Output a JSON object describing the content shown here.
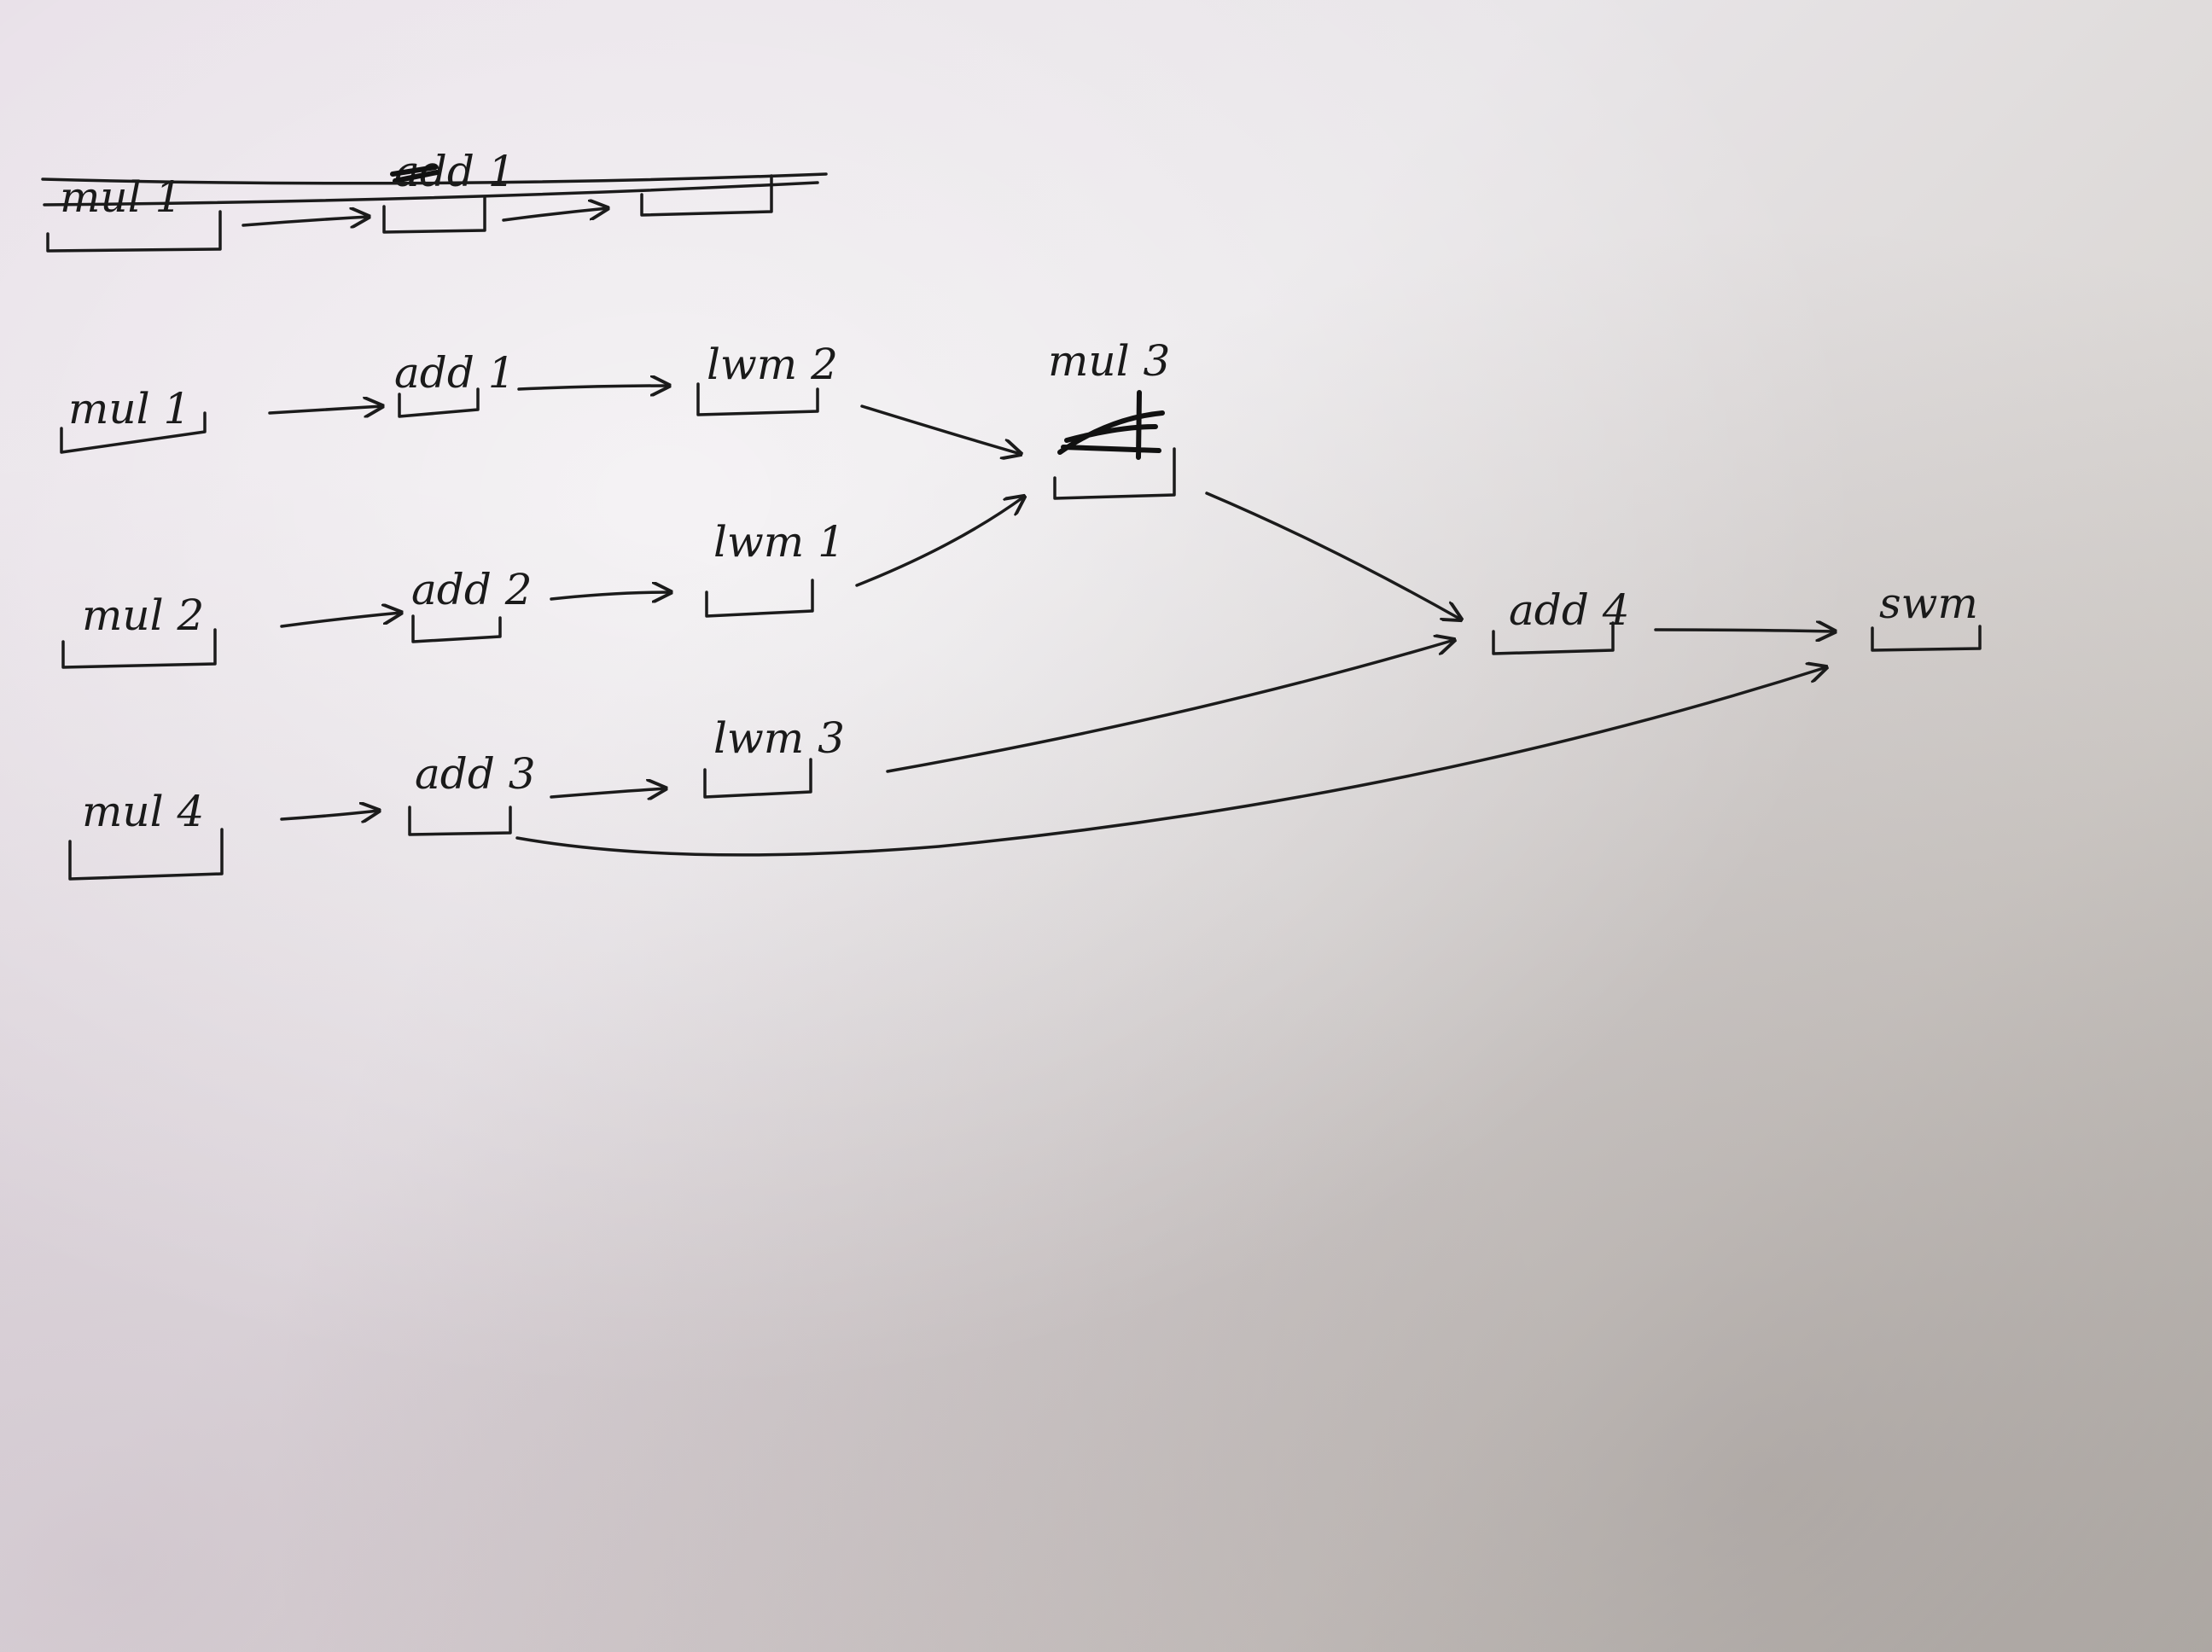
{
  "top_row": {
    "first_label": "mul 1",
    "second_label": "add 1"
  },
  "rows": [
    {
      "mul": "mul 1",
      "add": "add 1",
      "lw": "lwm 2"
    },
    {
      "mul": "mul 2",
      "add": "add 2",
      "lw": "lwm 1"
    },
    {
      "mul": "mul 4",
      "add": "add 3",
      "lw": "lwm 3"
    }
  ],
  "merge": {
    "mul3": "mul 3",
    "add4": "add 4",
    "sum": "swm"
  }
}
